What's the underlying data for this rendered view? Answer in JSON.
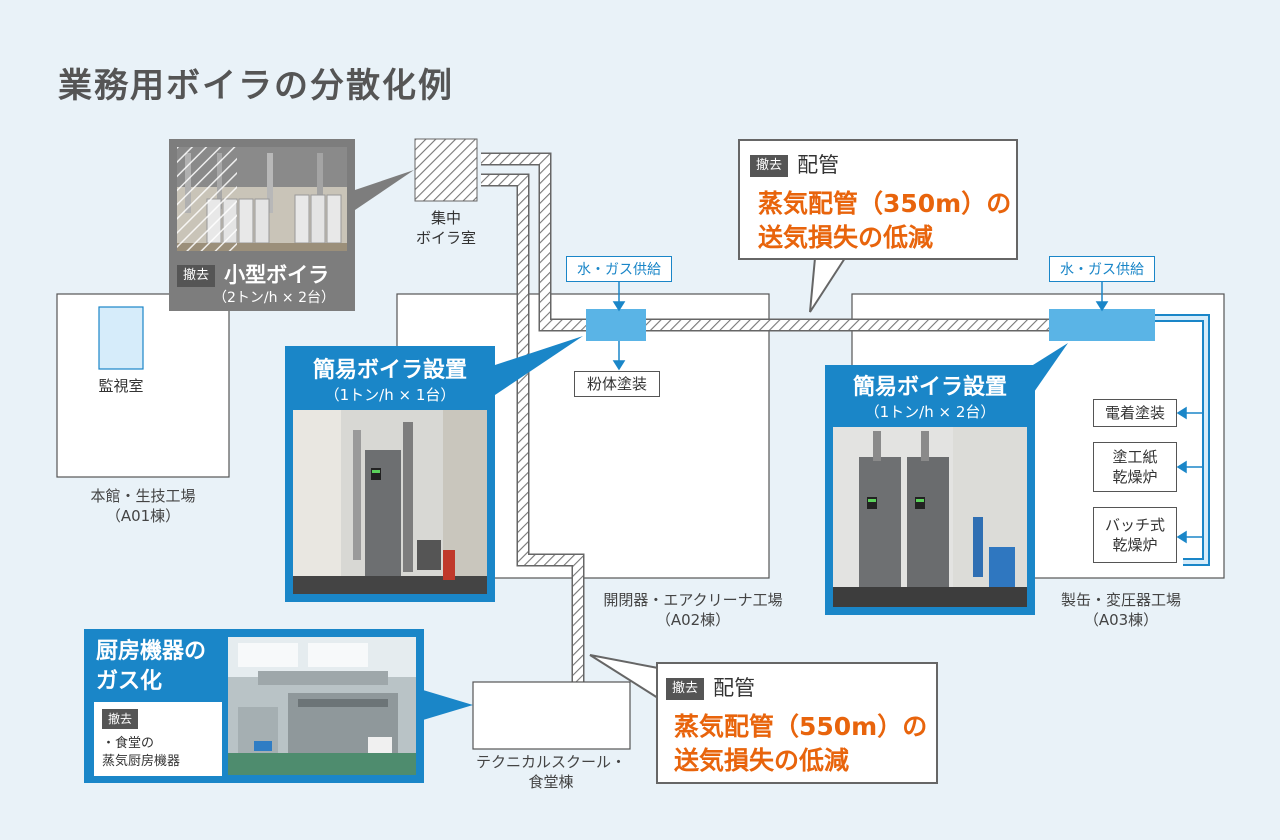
{
  "title": "業務用ボイラの分散化例",
  "central_boiler_room": {
    "line1": "集中",
    "line2": "ボイラ室"
  },
  "small_boiler": {
    "tag": "撤去",
    "title": "小型ボイラ",
    "detail": "（2トン/h × 2台）"
  },
  "monitor_room": "監視室",
  "main_building": {
    "line1": "本館・生技工場",
    "line2": "（A01棟）"
  },
  "a02_building": {
    "line1": "開閉器・エアクリーナ工場",
    "line2": "（A02棟）"
  },
  "a03_building": {
    "line1": "製缶・変圧器工場",
    "line2": "（A03棟）"
  },
  "technical_school": {
    "line1": "テクニカルスクール・",
    "line2": "食堂棟"
  },
  "supply_left": "水・ガス供給",
  "supply_right": "水・ガス供給",
  "powder_coating": "粉体塗装",
  "simple_boiler_1": {
    "title": "簡易ボイラ設置",
    "detail": "（1トン/h × 1台）"
  },
  "simple_boiler_2": {
    "title": "簡易ボイラ設置",
    "detail": "（1トン/h × 2台）"
  },
  "processes": [
    {
      "line1": "電着塗装",
      "line2": ""
    },
    {
      "line1": "塗工紙",
      "line2": "乾燥炉"
    },
    {
      "line1": "バッチ式",
      "line2": "乾燥炉"
    }
  ],
  "piping_350": {
    "tag": "撤去",
    "title": "配管",
    "line1": "蒸気配管（350m）の",
    "line2": "送気損失の低減"
  },
  "piping_550": {
    "tag": "撤去",
    "title": "配管",
    "line1": "蒸気配管（550m）の",
    "line2": "送気損失の低減"
  },
  "kitchen": {
    "title1": "厨房機器の",
    "title2": "ガス化",
    "tag": "撤去",
    "item1": "・食堂の",
    "item2": "蒸気厨房機器"
  },
  "colors": {
    "blue": "#1a86c8",
    "light_blue": "#5ab4e6",
    "orange": "#e8640c",
    "grey": "#7d7d7d",
    "background": "#e9f2f8"
  }
}
